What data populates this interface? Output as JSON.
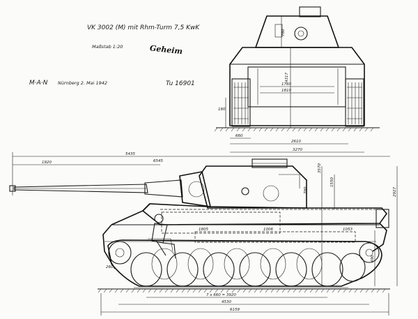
{
  "header": {
    "title": "VK 3002 (M) mit Rhm-Turm 7,5 KwK",
    "scale": "Maßstab 1:20",
    "stamp": "Geheim",
    "company": "M·A·N",
    "place_date": "Nürnberg 2. Mai 1942",
    "drawing_no": "Tu 16901"
  },
  "front_view": {
    "dims": {
      "d1760": "1760",
      "d1810": "1810",
      "d4317": "4317",
      "d660": "660",
      "d2610": "2610",
      "d3270": "3270",
      "d180": "180",
      "d780": "780"
    }
  },
  "side_view": {
    "dims": {
      "d5435": "5435",
      "d1920": "1920",
      "d6545": "6545",
      "d1805": "1805",
      "d1006": "1006",
      "d1053": "1053",
      "d3570": "3570",
      "d2927": "2927",
      "d1550": "1550",
      "d780": "780",
      "d490": "490",
      "dTrack": "7 x 660 = 3920",
      "d4530": "4530",
      "d6159": "6159",
      "d260": "260"
    }
  }
}
